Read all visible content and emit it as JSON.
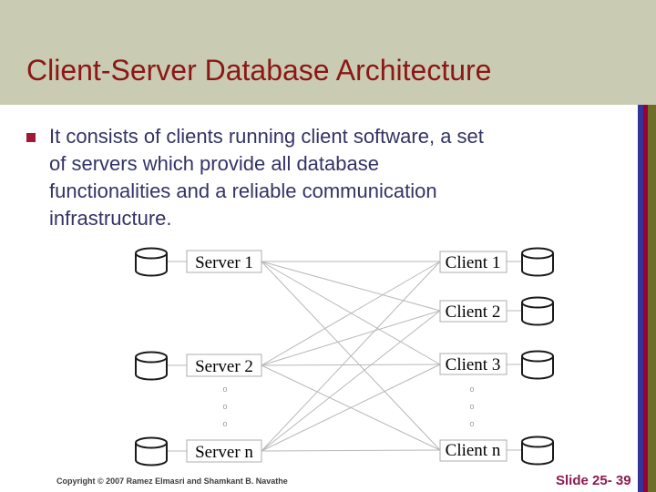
{
  "slide": {
    "title": "Client-Server Database Architecture",
    "body": {
      "lines": [
        "It consists of clients running client software, a set",
        "of servers which provide all database",
        "functionalities and a reliable communication",
        "infrastructure."
      ]
    },
    "footer": {
      "copyright": "Copyright © 2007 Ramez Elmasri and Shamkant B. Navathe",
      "slide_number": "Slide 25- 39"
    },
    "colors": {
      "header_bg": "#c9ccb2",
      "title_text": "#8b1717",
      "body_text": "#333366",
      "bullet_square": "#9c1b38",
      "slide_number_text": "#8c1a50",
      "accent_bar_blue": "#333399",
      "accent_bar_red": "#990033",
      "accent_bar_olive": "#6e6e28",
      "diagram_line": "#b8b8b8"
    }
  },
  "diagram": {
    "icon": "database-cylinder-icon",
    "servers": [
      "Server 1",
      "Server 2",
      "Server n"
    ],
    "clients": [
      "Client 1",
      "Client 2",
      "Client 3",
      "Client n"
    ],
    "ellipsis": [
      "o",
      "o",
      "o"
    ]
  }
}
